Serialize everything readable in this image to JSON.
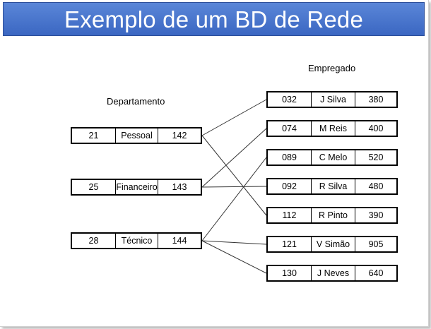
{
  "title": "Exemplo de um BD de Rede",
  "departamento_label": "Departamento",
  "empregado_label": "Empregado",
  "departamentos": [
    {
      "num": "21",
      "nome": "Pessoal",
      "ptr": "142"
    },
    {
      "num": "25",
      "nome": "Financeiro",
      "ptr": "143"
    },
    {
      "num": "28",
      "nome": "Técnico",
      "ptr": "144"
    }
  ],
  "empregados": [
    {
      "num": "032",
      "nome": "J Silva",
      "sal": "380"
    },
    {
      "num": "074",
      "nome": "M Reis",
      "sal": "400"
    },
    {
      "num": "089",
      "nome": "C Melo",
      "sal": "520"
    },
    {
      "num": "092",
      "nome": "R Silva",
      "sal": "480"
    },
    {
      "num": "112",
      "nome": "R Pinto",
      "sal": "390"
    },
    {
      "num": "121",
      "nome": "V Simão",
      "sal": "905"
    },
    {
      "num": "130",
      "nome": "J Neves",
      "sal": "640"
    }
  ],
  "links": [
    {
      "dep": 0,
      "emp": 0
    },
    {
      "dep": 0,
      "emp": 4
    },
    {
      "dep": 1,
      "emp": 1
    },
    {
      "dep": 1,
      "emp": 3
    },
    {
      "dep": 2,
      "emp": 2
    },
    {
      "dep": 2,
      "emp": 5
    },
    {
      "dep": 2,
      "emp": 6
    }
  ]
}
